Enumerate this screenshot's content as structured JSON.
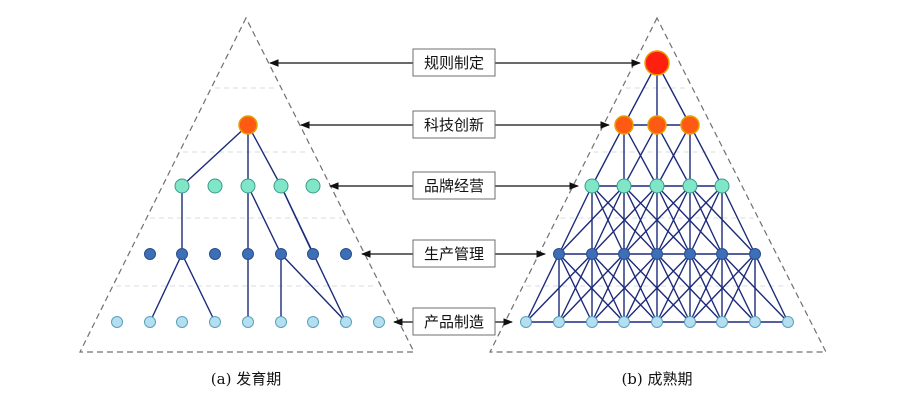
{
  "levels": {
    "rule": "规则制定",
    "tech": "科技创新",
    "brand": "品牌经营",
    "produce": "生产管理",
    "manufacture": "产品制造"
  },
  "captions": {
    "left": "(a) 发育期",
    "right": "(b) 成熟期"
  },
  "colors": {
    "orange": "#ff5a14",
    "red": "#ff1f0f",
    "teal": "#7fe6c8",
    "blue": "#3d6fb8",
    "lightblue": "#b4dff0",
    "edge": "#1c2a7a"
  }
}
